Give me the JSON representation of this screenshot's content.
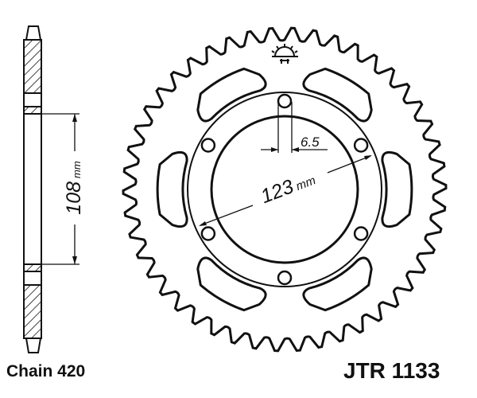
{
  "sprocket": {
    "teeth": 46,
    "bolt_holes": 6,
    "lightening_slots": 6
  },
  "dimensions": {
    "hub_height": "108",
    "hub_height_unit": "mm",
    "bolt_circle": "123",
    "bolt_circle_unit": "mm",
    "hole_diameter": "6.5"
  },
  "footer": {
    "chain_label": "Chain 420",
    "part_number": "JTR 1133"
  },
  "colors": {
    "line": "#111111"
  }
}
